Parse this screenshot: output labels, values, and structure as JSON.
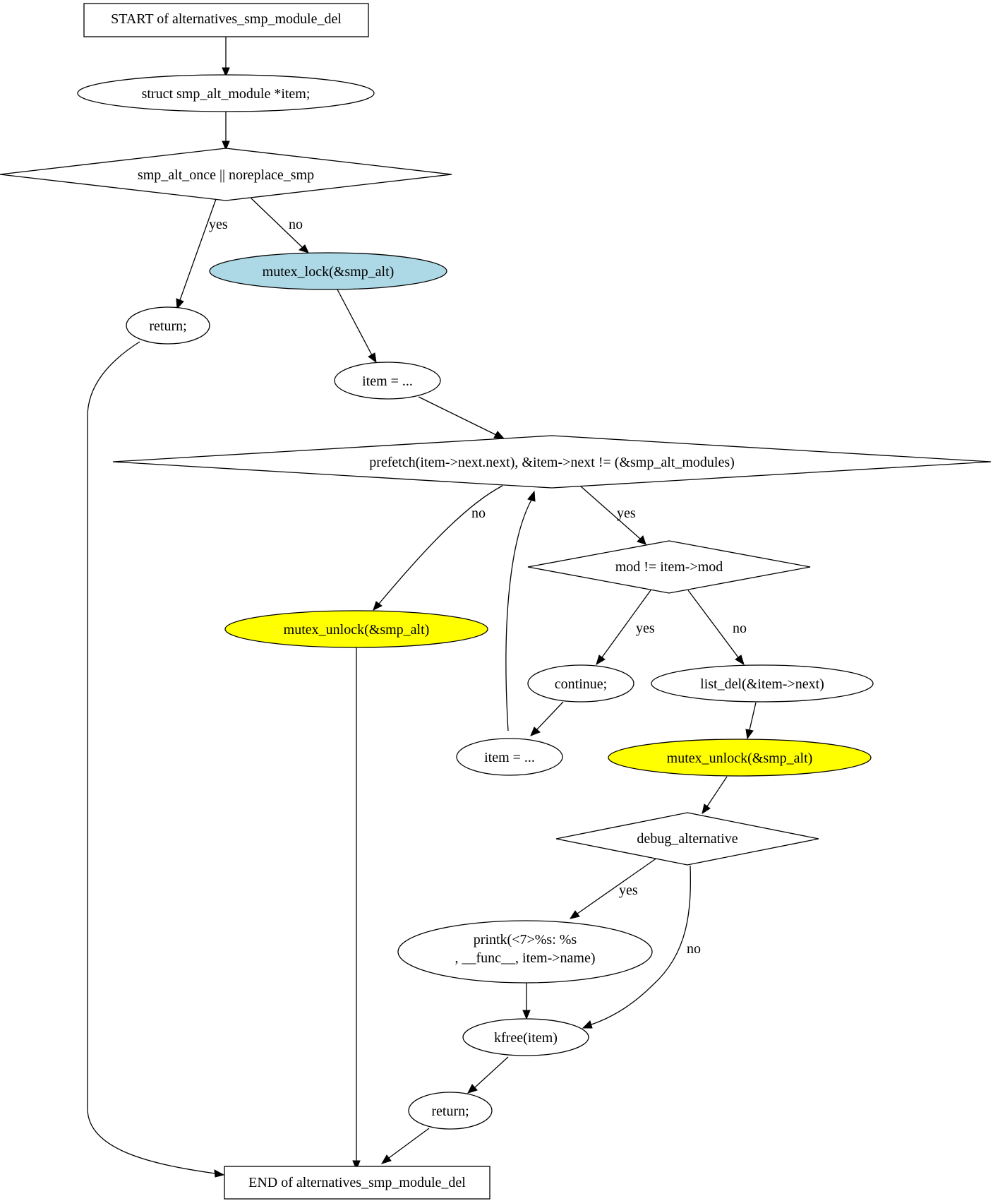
{
  "colors": {
    "background": "#ffffff",
    "stroke": "#000000",
    "lock_fill": "#add8e6",
    "unlock_fill": "#ffff00",
    "default_fill": "#ffffff"
  },
  "nodes": {
    "start": {
      "lines": [
        "START of alternatives_smp_module_del"
      ]
    },
    "decl": {
      "lines": [
        "struct smp_alt_module *item;"
      ]
    },
    "cond1": {
      "lines": [
        "smp_alt_once || noreplace_smp"
      ]
    },
    "return1": {
      "lines": [
        "return;"
      ]
    },
    "lock": {
      "lines": [
        "mutex_lock(&smp_alt)"
      ]
    },
    "init": {
      "lines": [
        "item = ..."
      ]
    },
    "loop": {
      "lines": [
        "prefetch(item->next.next), &item->next != (&smp_alt_modules)"
      ]
    },
    "unlock1": {
      "lines": [
        "mutex_unlock(&smp_alt)"
      ]
    },
    "cond2": {
      "lines": [
        "mod != item->mod"
      ]
    },
    "continue": {
      "lines": [
        "continue;"
      ]
    },
    "listdel": {
      "lines": [
        "list_del(&item->next)"
      ]
    },
    "incr": {
      "lines": [
        "item = ..."
      ]
    },
    "unlock2": {
      "lines": [
        "mutex_unlock(&smp_alt)"
      ]
    },
    "debug": {
      "lines": [
        "debug_alternative"
      ]
    },
    "printk": {
      "lines": [
        "printk(<7>%s: %s",
        ", __func__, item->name)"
      ]
    },
    "kfree": {
      "lines": [
        "kfree(item)"
      ]
    },
    "return2": {
      "lines": [
        "return;"
      ]
    },
    "end": {
      "lines": [
        "END of alternatives_smp_module_del"
      ]
    }
  },
  "edge_labels": {
    "cond1_yes": "yes",
    "cond1_no": "no",
    "loop_no": "no",
    "loop_yes": "yes",
    "cond2_yes": "yes",
    "cond2_no": "no",
    "debug_yes": "yes",
    "debug_no": "no"
  }
}
